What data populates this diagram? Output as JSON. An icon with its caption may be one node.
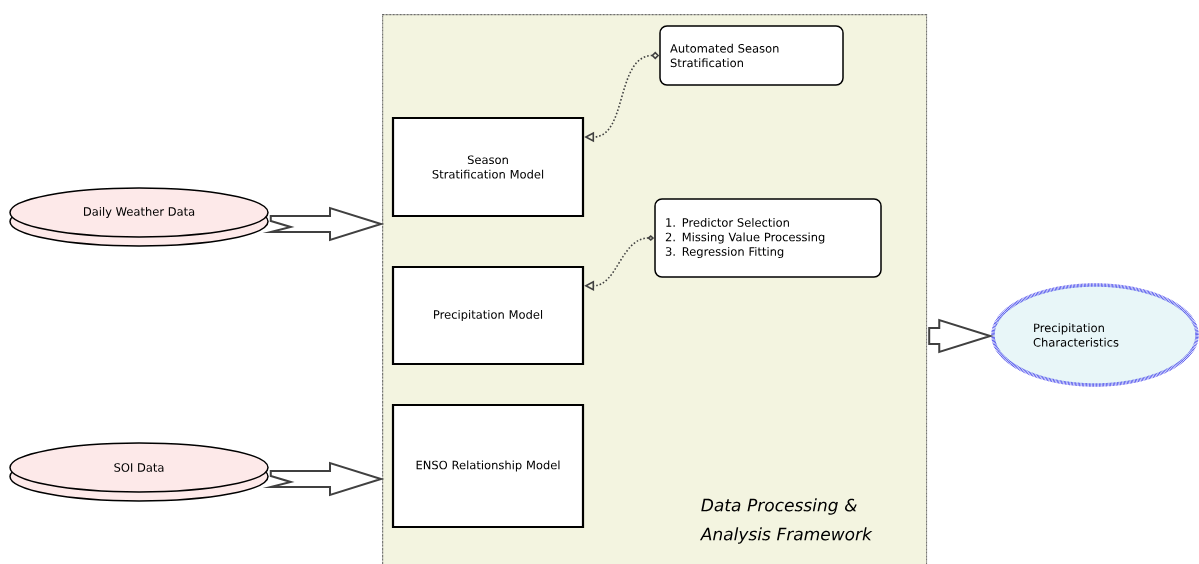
{
  "diagram": {
    "nodes": [
      {
        "text": [
          "Data Processing & Analysis Framework"
        ]
      },
      {
        "text": [
          "Season Stratification Model"
        ],
        "in": 0
      },
      {
        "text": [
          "Automated Season Stratification"
        ],
        "in": 0
      },
      {
        "text": [
          "Precipitation Model"
        ],
        "in": 0
      },
      {
        "text": [
          "1. Predictor Selection",
          "2. Missing Value Processing",
          "3. Regression Fitting"
        ],
        "in": 0
      },
      {
        "text": [
          "ENSO Relationship Model"
        ],
        "in": 0
      },
      {
        "text": [
          "Daily Weather Data"
        ]
      },
      {
        "text": [
          "SOI Data"
        ]
      },
      {
        "text": [
          "Precipitation Characteristics"
        ]
      }
    ],
    "edges": [
      {
        "from": 2,
        "to": 1,
        "arrow": "to",
        "style": "dashed"
      },
      {
        "from": 4,
        "to": 3,
        "arrow": "to",
        "style": "dashed"
      },
      {
        "from": 6,
        "to": 0,
        "arrow": "to",
        "style": "thick"
      },
      {
        "from": 7,
        "to": 0,
        "arrow": "to",
        "style": "thick"
      },
      {
        "from": 0,
        "to": 8,
        "arrow": "to",
        "style": "thick"
      }
    ]
  }
}
